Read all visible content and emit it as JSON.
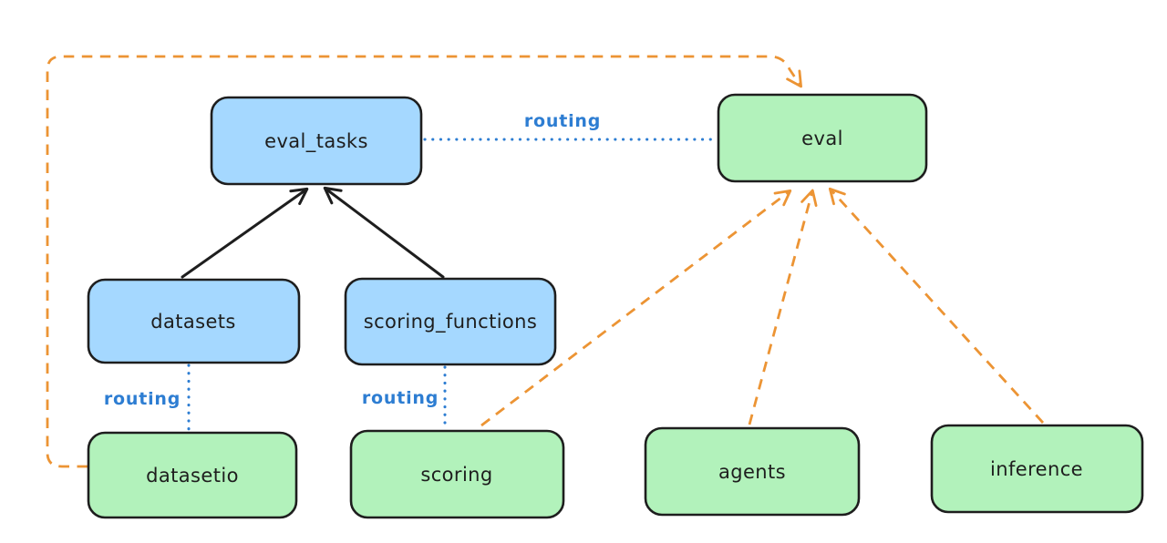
{
  "diagram": {
    "type": "architecture-flowchart",
    "nodes": [
      {
        "id": "eval_tasks",
        "label": "eval_tasks",
        "kind": "resource-blue"
      },
      {
        "id": "eval",
        "label": "eval",
        "kind": "provider-green"
      },
      {
        "id": "datasets",
        "label": "datasets",
        "kind": "resource-blue"
      },
      {
        "id": "scoring_functions",
        "label": "scoring_functions",
        "kind": "resource-blue"
      },
      {
        "id": "datasetio",
        "label": "datasetio",
        "kind": "provider-green"
      },
      {
        "id": "scoring",
        "label": "scoring",
        "kind": "provider-green"
      },
      {
        "id": "agents",
        "label": "agents",
        "kind": "provider-green"
      },
      {
        "id": "inference",
        "label": "inference",
        "kind": "provider-green"
      }
    ],
    "edges": [
      {
        "from": "datasets",
        "to": "eval_tasks",
        "style": "solid-arrow",
        "color": "black"
      },
      {
        "from": "scoring_functions",
        "to": "eval_tasks",
        "style": "solid-arrow",
        "color": "black"
      },
      {
        "from": "eval_tasks",
        "to": "eval",
        "style": "dotted",
        "color": "blue",
        "label": "routing"
      },
      {
        "from": "datasets",
        "to": "datasetio",
        "style": "dotted",
        "color": "blue",
        "label": "routing"
      },
      {
        "from": "scoring_functions",
        "to": "scoring",
        "style": "dotted",
        "color": "blue",
        "label": "routing"
      },
      {
        "from": "datasetio",
        "to": "eval",
        "style": "dashed-arrow",
        "color": "orange"
      },
      {
        "from": "scoring",
        "to": "eval",
        "style": "dashed-arrow",
        "color": "orange"
      },
      {
        "from": "agents",
        "to": "eval",
        "style": "dashed-arrow",
        "color": "orange"
      },
      {
        "from": "inference",
        "to": "eval",
        "style": "dashed-arrow",
        "color": "orange"
      }
    ],
    "colors": {
      "node_blue_fill": "#a5d8ff",
      "node_green_fill": "#b2f2bb",
      "node_stroke": "#1e1e1e",
      "text": "#1e1e1e",
      "orange_edge": "#ec9434",
      "blue_edge": "#2d7dd2",
      "black_edge": "#1e1e1e",
      "background": "#ffffff"
    }
  }
}
